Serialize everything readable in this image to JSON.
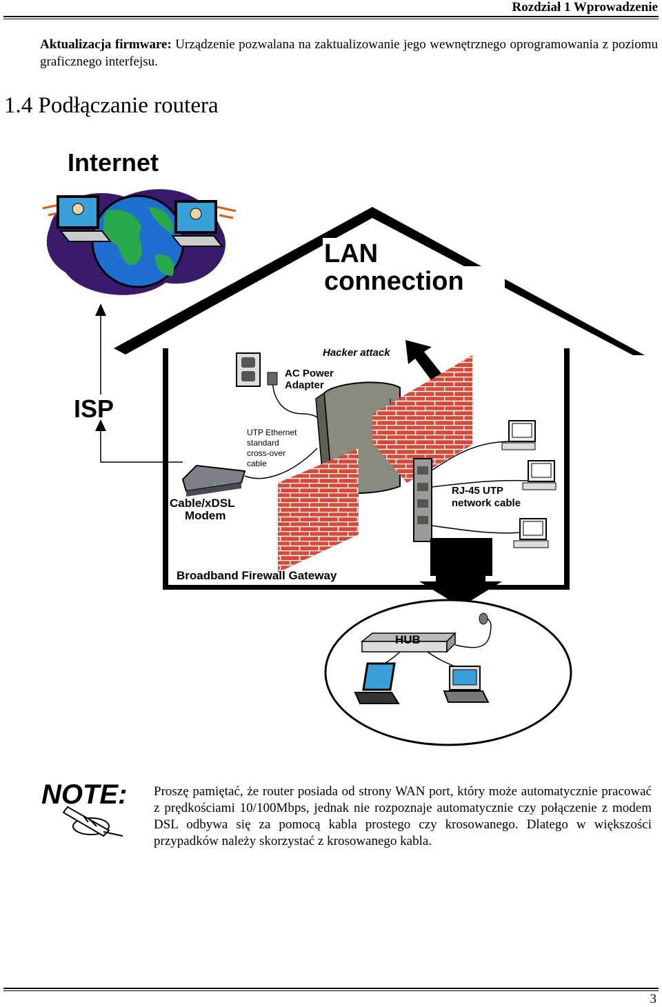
{
  "header": {
    "title": "Rozdział 1 Wprowadzenie"
  },
  "intro": {
    "term": "Aktualizacja firmware:",
    "text": " Urządzenie pozwalana na zaktualizowanie jego wewnętrznego oprogramowania z poziomu graficznego interfejsu."
  },
  "section": {
    "title": "1.4 Podłączanie routera"
  },
  "diagram": {
    "internet": "Internet",
    "lan_line1": "LAN",
    "lan_line2": "connection",
    "isp": "ISP",
    "hacker_attack": "Hacker attack",
    "ac_power_line1": "AC Power",
    "ac_power_line2": "Adapter",
    "utp_line1": "UTP Ethernet",
    "utp_line2": "standard",
    "utp_line3": "cross-over",
    "utp_line4": "cable",
    "modem_line1": "Cable/xDSL",
    "modem_line2": "Modem",
    "rj45_line1": "RJ-45 UTP",
    "rj45_line2": "network cable",
    "gateway": "Broadband Firewall Gateway",
    "hub": "HUB"
  },
  "note": {
    "label": "NOTE:",
    "text": "Proszę pamiętać, że router posiada od strony WAN port, który może automatycznie pracować z prędkościami 10/100Mbps, jednak nie rozpoznaje automatycznie czy połączenie z modem DSL odbywa się za pomocą kabla prostego czy krosowanego. Dlatego w większości przypadków należy skorzystać z krosowanego kabla."
  },
  "footer": {
    "page_number": "3"
  }
}
